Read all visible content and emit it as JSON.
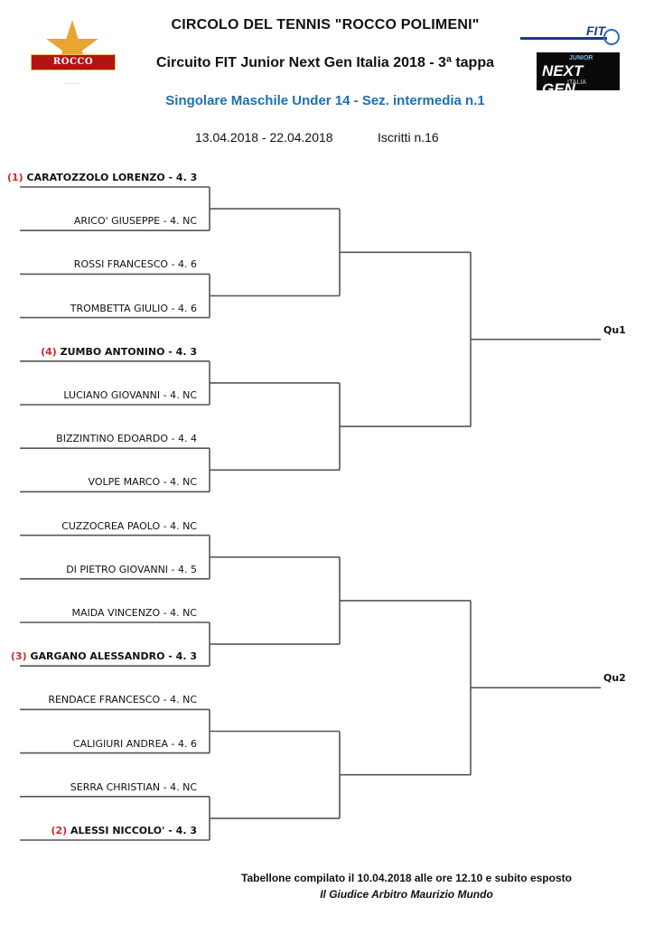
{
  "header": {
    "club": "CIRCOLO DEL TENNIS \"ROCCO POLIMENI\"",
    "circuit": "Circuito FIT Junior Next Gen Italia 2018 - 3ª tappa",
    "event": "Singolare Maschile Under 14 - Sez. intermedia n.1",
    "dates": "13.04.2018 - 22.04.2018",
    "entries": "Iscritti n.16"
  },
  "logos": {
    "left_band": "ROCCO POLIMENI",
    "fit": "FIT",
    "nextgen_top": "JUNIOR",
    "nextgen_main": "NEXT GEN",
    "nextgen_bottom": "ITALIA"
  },
  "players": [
    {
      "seed": "(1)",
      "name": "CARATOZZOLO LORENZO - 4. 3"
    },
    {
      "seed": "",
      "name": "ARICO' GIUSEPPE - 4. NC"
    },
    {
      "seed": "",
      "name": "ROSSI FRANCESCO - 4. 6"
    },
    {
      "seed": "",
      "name": "TROMBETTA GIULIO - 4. 6"
    },
    {
      "seed": "(4)",
      "name": "ZUMBO ANTONINO - 4. 3"
    },
    {
      "seed": "",
      "name": "LUCIANO GIOVANNI - 4. NC"
    },
    {
      "seed": "",
      "name": "BIZZINTINO EDOARDO - 4. 4"
    },
    {
      "seed": "",
      "name": "VOLPE MARCO - 4. NC"
    },
    {
      "seed": "",
      "name": "CUZZOCREA PAOLO - 4. NC"
    },
    {
      "seed": "",
      "name": "DI PIETRO GIOVANNI - 4. 5"
    },
    {
      "seed": "",
      "name": "MAIDA VINCENZO - 4. NC"
    },
    {
      "seed": "(3)",
      "name": "GARGANO ALESSANDRO - 4. 3"
    },
    {
      "seed": "",
      "name": "RENDACE FRANCESCO - 4. NC"
    },
    {
      "seed": "",
      "name": "CALIGIURI ANDREA - 4. 6"
    },
    {
      "seed": "",
      "name": "SERRA CHRISTIAN - 4. NC"
    },
    {
      "seed": "(2)",
      "name": "ALESSI NICCOLO' - 4. 3"
    }
  ],
  "qualifiers": [
    "Qu1",
    "Qu2"
  ],
  "footer": {
    "compiled": "Tabellone compilato il 10.04.2018 alle ore 12.10 e subito esposto",
    "referee": "Il Giudice Arbitro Maurizio Mundo"
  }
}
